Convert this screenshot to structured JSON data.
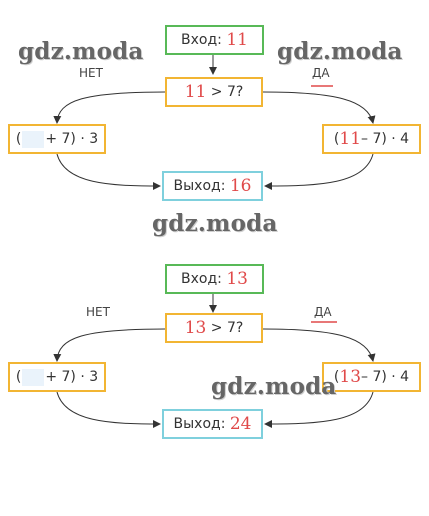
{
  "watermark": "gdz.moda",
  "flowcharts": [
    {
      "input_label": "Вход:",
      "input_value": "11",
      "condition_value": "11",
      "condition_text": "> 7?",
      "no_label": "НЕТ",
      "yes_label": "ДА",
      "no_formula_left": "(",
      "no_formula_right": "+ 7) · 3",
      "yes_formula_left": "(",
      "yes_value": "11",
      "yes_formula_right": "– 7) · 4",
      "output_label": "Выход:",
      "output_value": "16"
    },
    {
      "input_label": "Вход:",
      "input_value": "13",
      "condition_value": "13",
      "condition_text": "> 7?",
      "no_label": "НЕТ",
      "yes_label": "ДА",
      "no_formula_left": "(",
      "no_formula_right": "+ 7) · 3",
      "yes_formula_left": "(",
      "yes_value": "13",
      "yes_formula_right": "– 7) · 4",
      "output_label": "Выход:",
      "output_value": "24"
    }
  ],
  "colors": {
    "input_border": "#58b957",
    "condition_border": "#f2b533",
    "output_border": "#7fd0dd",
    "handwriting": "#e04a4a",
    "arrow": "#333333"
  }
}
